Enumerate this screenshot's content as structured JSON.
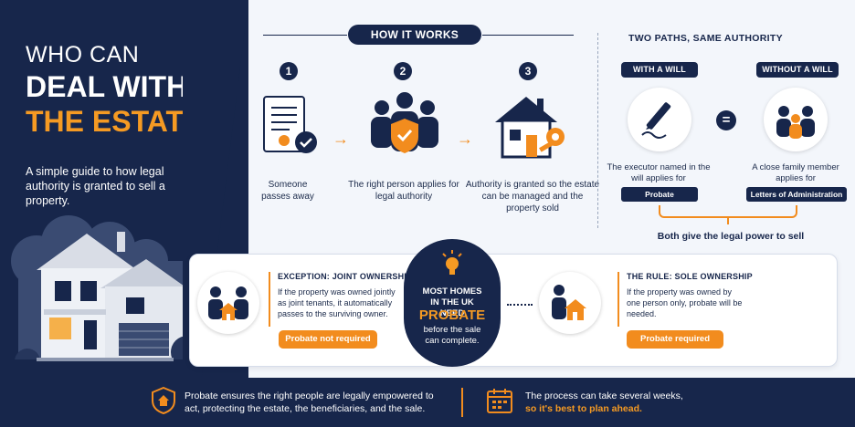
{
  "hero": {
    "line1": "WHO CAN",
    "line2": "DEAL WITH",
    "line3": "THE ESTATE?",
    "subtitle": "A simple guide to how legal authority is granted to sell a property."
  },
  "how_it_works": {
    "title": "HOW IT WORKS",
    "steps": [
      {
        "number": "1",
        "text": "Someone passes away",
        "icon": "document-checkmark-icon"
      },
      {
        "number": "2",
        "text": "The right person applies for legal authority",
        "icon": "people-shield-icon"
      },
      {
        "number": "3",
        "text": "Authority is granted so the estate can be managed and the property sold",
        "icon": "house-key-icon"
      }
    ]
  },
  "two_paths": {
    "title": "TWO PATHS, SAME AUTHORITY",
    "with_will": {
      "label": "WITH A WILL",
      "text": "The executor named in the will applies for",
      "tag": "Probate",
      "icon": "pen-signing-icon"
    },
    "without_will": {
      "label": "WITHOUT A WILL",
      "text": "A close family member applies for",
      "tag": "Letters of Administration",
      "icon": "family-icon"
    },
    "equals": "=",
    "summary": "Both give the legal power to sell"
  },
  "center": {
    "line1": "MOST HOMES IN THE UK NEED",
    "highlight": "PROBATE",
    "line2": "before the sale can complete.",
    "icon": "lightbulb-icon"
  },
  "exception": {
    "title": "EXCEPTION: JOINT OWNERSHIP",
    "text": "If the property was owned jointly as joint tenants, it automatically passes to the surviving owner.",
    "button": "Probate not required",
    "icon": "couple-house-icon"
  },
  "rule": {
    "title": "THE RULE: SOLE OWNERSHIP",
    "text": "If the property was owned by one person only, probate will be needed.",
    "button": "Probate required",
    "icon": "person-house-icon"
  },
  "footer": {
    "left_text": "Probate ensures the right people are legally empowered to act, protecting the estate, the beneficiaries, and the sale.",
    "right_text": "The process can take several weeks,",
    "right_highlight": "so it's best to plan ahead.",
    "left_icon": "shield-house-icon",
    "right_icon": "calendar-icon"
  },
  "colors": {
    "navy": "#17264b",
    "orange": "#f28c1e",
    "background": "#f3f6fb"
  }
}
